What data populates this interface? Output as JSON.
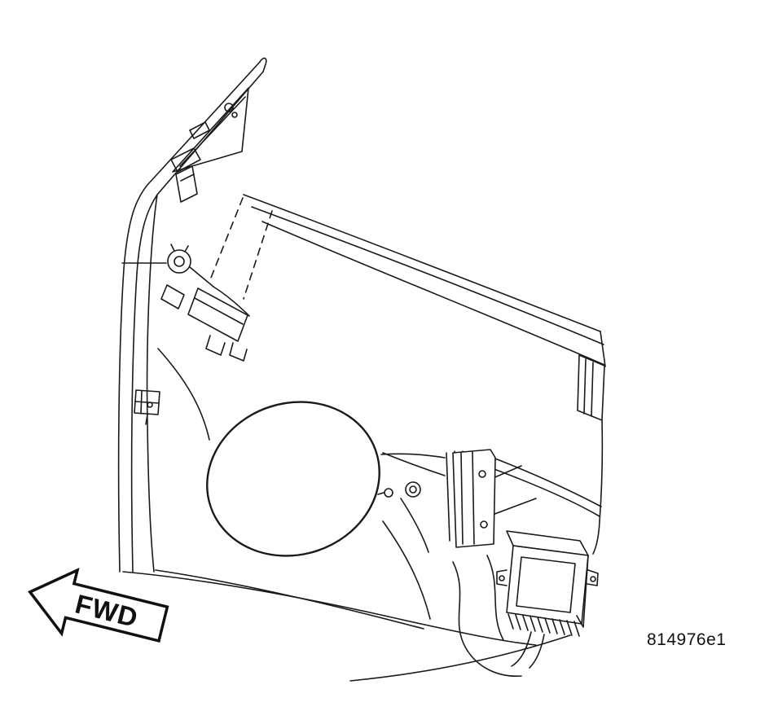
{
  "figure": {
    "code": "814976e1",
    "direction_label": "FWD"
  },
  "diagram": {
    "type": "technical-line-illustration",
    "subject": "front-door-inner-panel-assembly",
    "colors": {
      "line": "#1a1a1a",
      "background": "#ffffff"
    },
    "elements": [
      "door-frame",
      "mirror-flag-triangle",
      "beltline-lines",
      "alignment-dashed-lines",
      "latch-assembly",
      "retainer-clip",
      "speaker-opening",
      "window-regulator-bracket",
      "door-module-connector",
      "fwd-direction-arrow",
      "figure-code"
    ]
  }
}
